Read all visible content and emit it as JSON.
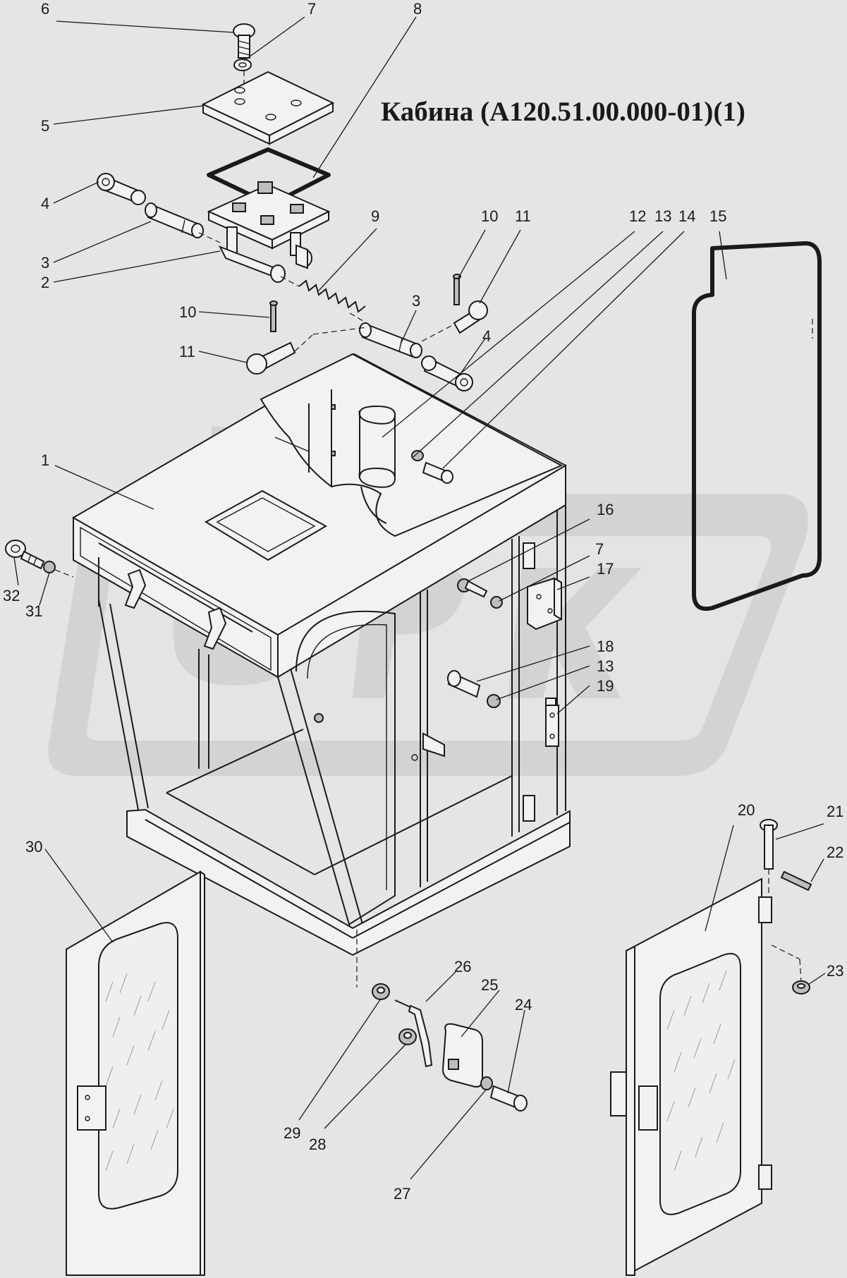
{
  "title": "Кабина  (А120.51.00.000-01)(1)",
  "callouts": [
    {
      "id": "c6",
      "text": "6"
    },
    {
      "id": "c7a",
      "text": "7"
    },
    {
      "id": "c8",
      "text": "8"
    },
    {
      "id": "c5",
      "text": "5"
    },
    {
      "id": "c4a",
      "text": "4"
    },
    {
      "id": "c3a",
      "text": "3"
    },
    {
      "id": "c2",
      "text": "2"
    },
    {
      "id": "c9",
      "text": "9"
    },
    {
      "id": "c10a",
      "text": "10"
    },
    {
      "id": "c11a",
      "text": "11"
    },
    {
      "id": "c12",
      "text": "12"
    },
    {
      "id": "c13a",
      "text": "13"
    },
    {
      "id": "c14",
      "text": "14"
    },
    {
      "id": "c15",
      "text": "15"
    },
    {
      "id": "c10b",
      "text": "10"
    },
    {
      "id": "c11b",
      "text": "11"
    },
    {
      "id": "c3b",
      "text": "3"
    },
    {
      "id": "c4b",
      "text": "4"
    },
    {
      "id": "c1",
      "text": "1"
    },
    {
      "id": "c16",
      "text": "16"
    },
    {
      "id": "c7b",
      "text": "7"
    },
    {
      "id": "c17",
      "text": "17"
    },
    {
      "id": "c32",
      "text": "32"
    },
    {
      "id": "c31",
      "text": "31"
    },
    {
      "id": "c18",
      "text": "18"
    },
    {
      "id": "c13b",
      "text": "13"
    },
    {
      "id": "c19",
      "text": "19"
    },
    {
      "id": "c20",
      "text": "20"
    },
    {
      "id": "c21",
      "text": "21"
    },
    {
      "id": "c22",
      "text": "22"
    },
    {
      "id": "c30",
      "text": "30"
    },
    {
      "id": "c26",
      "text": "26"
    },
    {
      "id": "c25",
      "text": "25"
    },
    {
      "id": "c24",
      "text": "24"
    },
    {
      "id": "c23",
      "text": "23"
    },
    {
      "id": "c29",
      "text": "29"
    },
    {
      "id": "c28",
      "text": "28"
    },
    {
      "id": "c27",
      "text": "27"
    }
  ],
  "colors": {
    "background": "#e5e5e5",
    "line": "#1a1a1a",
    "watermark": "#c4c4c4"
  }
}
